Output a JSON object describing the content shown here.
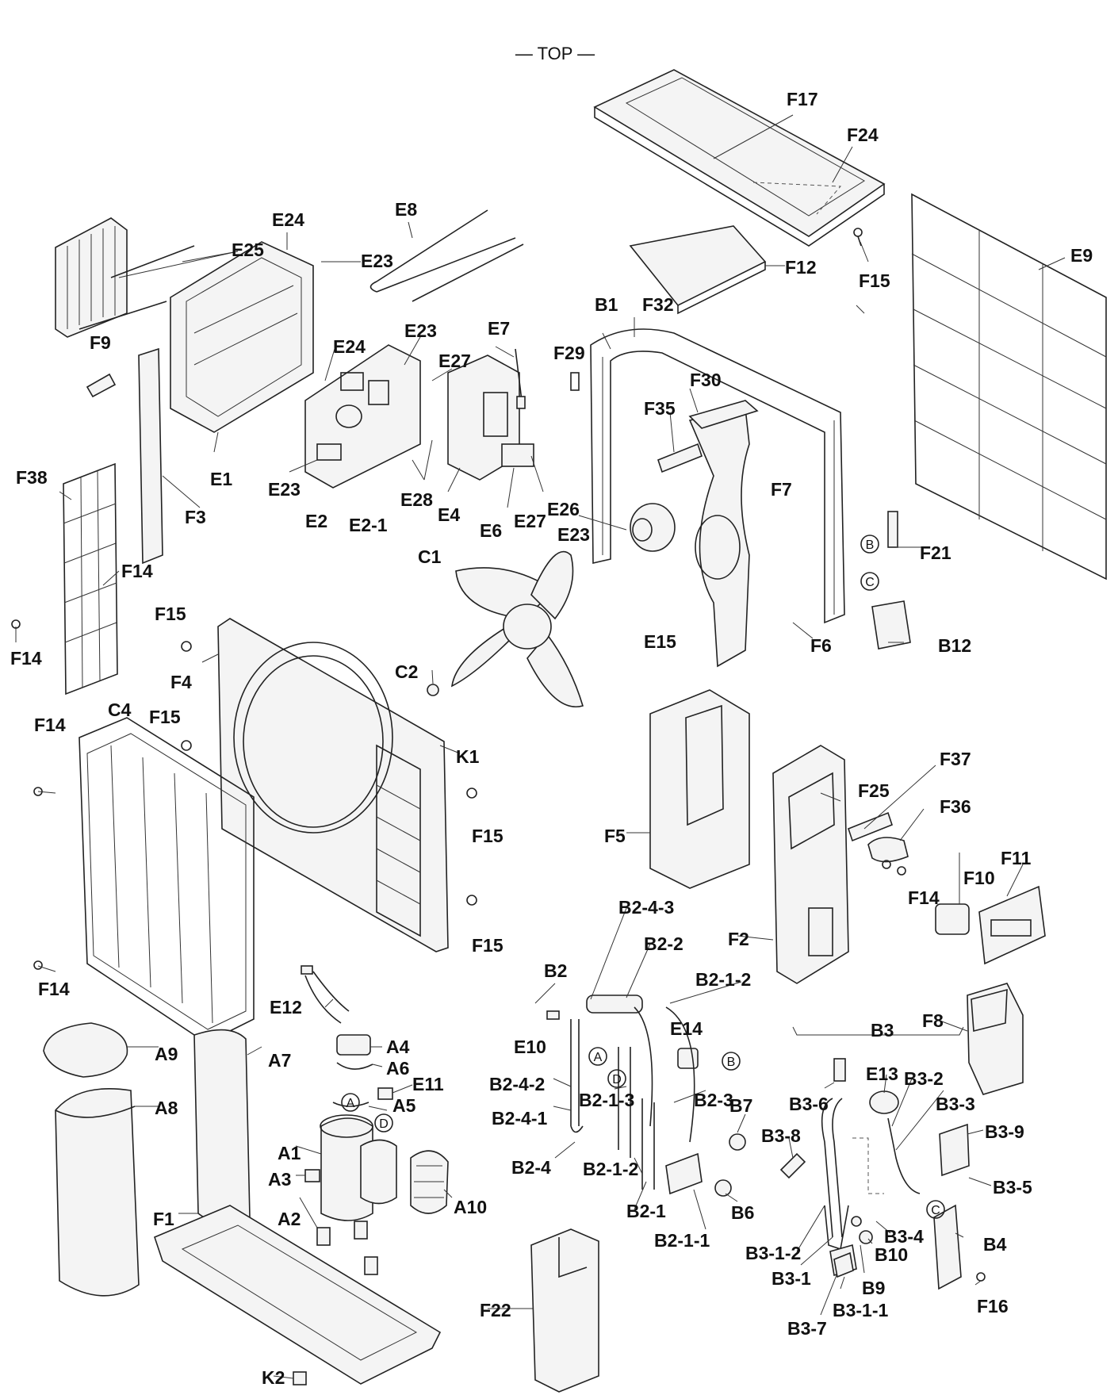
{
  "header": {
    "orientation": "— TOP —"
  },
  "circle_markers": {
    "a": "A",
    "b": "B",
    "c": "C",
    "d": "D"
  },
  "labels": {
    "F17": "F17",
    "F24": "F24",
    "F12": "F12",
    "F15_top": "F15",
    "E9": "E9",
    "E8": "E8",
    "E24_a": "E24",
    "E25": "E25",
    "E23_a": "E23",
    "E23_b": "E23",
    "E24_b": "E24",
    "E27_a": "E27",
    "E7": "E7",
    "F29": "F29",
    "B1": "B1",
    "F32": "F32",
    "F30": "F30",
    "F35": "F35",
    "F7": "F7",
    "F9": "F9",
    "E1": "E1",
    "E23_c": "E23",
    "E2": "E2",
    "E2-1": "E2-1",
    "E28": "E28",
    "E4": "E4",
    "E6": "E6",
    "E27_b": "E27",
    "E26": "E26",
    "F38": "F38",
    "F3": "F3",
    "E23_d": "E23",
    "C1": "C1",
    "F21": "F21",
    "F14_a": "F14",
    "F15_a": "F15",
    "F14_b": "F14",
    "F4": "F4",
    "E15": "E15",
    "F6": "F6",
    "B12": "B12",
    "C2": "C2",
    "C4": "C4",
    "F14_c": "F14",
    "F15_b": "F15",
    "K1": "K1",
    "F15_c": "F15",
    "F37": "F37",
    "F25": "F25",
    "F36": "F36",
    "F5": "F5",
    "F14_d": "F14",
    "F11": "F11",
    "F10": "F10",
    "B2-4-3": "B2-4-3",
    "F15_d": "F15",
    "B2-2": "B2-2",
    "F2": "F2",
    "F14_e": "F14",
    "B2": "B2",
    "B2-1-2_a": "B2-1-2",
    "E12": "E12",
    "F8": "F8",
    "E10": "E10",
    "B3": "B3",
    "E14": "E14",
    "A9": "A9",
    "A7": "A7",
    "A4": "A4",
    "A6": "A6",
    "E11": "E11",
    "B2-4-2": "B2-4-2",
    "B2-1-3": "B2-1-3",
    "B2-3": "B2-3",
    "B3-6": "B3-6",
    "E13": "E13",
    "B3-2": "B3-2",
    "B3-3": "B3-3",
    "A8": "A8",
    "A5": "A5",
    "B2-4-1": "B2-4-1",
    "B7": "B7",
    "B3-9": "B3-9",
    "B3-8": "B3-8",
    "A1": "A1",
    "B2-4": "B2-4",
    "B2-1-2_b": "B2-1-2",
    "B3-5": "B3-5",
    "A3": "A3",
    "A10": "A10",
    "B2-1": "B2-1",
    "B6": "B6",
    "F1": "F1",
    "A2": "A2",
    "B2-1-1": "B2-1-1",
    "B3-4": "B3-4",
    "B3-1-2": "B3-1-2",
    "B10": "B10",
    "B4": "B4",
    "B3-1": "B3-1",
    "B9": "B9",
    "F16": "F16",
    "F22": "F22",
    "B3-7": "B3-7",
    "B3-1-1": "B3-1-1",
    "K2": "K2"
  }
}
